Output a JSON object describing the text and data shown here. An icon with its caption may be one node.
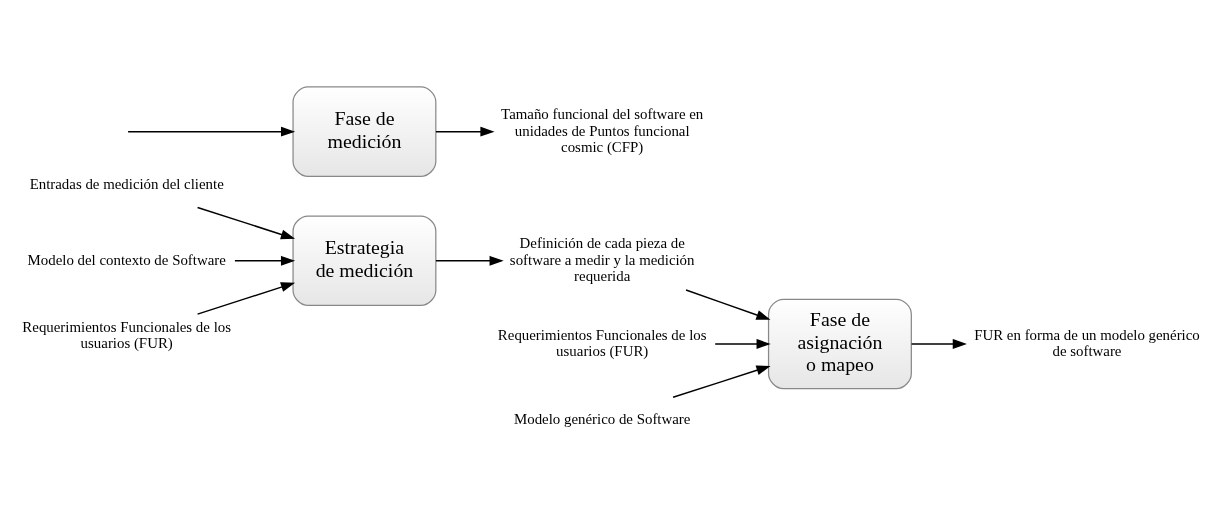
{
  "diagram": {
    "nodes": [
      {
        "text": [
          "Entradas de medición del cliente"
        ]
      },
      {
        "text": [
          "Modelo del contexto de Software"
        ]
      },
      {
        "text": [
          "Requerimientos Funcionales de los usuarios (FUR)"
        ]
      },
      {
        "text": [
          "Estrategia de medición"
        ]
      },
      {
        "text": [
          "Definición de cada pieza de software a medir y la medición requerida"
        ]
      },
      {
        "text": [
          "Requerimientos Funcionales de los usuarios (FUR)"
        ]
      },
      {
        "text": [
          "Modelo genérico de Software"
        ]
      },
      {
        "text": [
          "Fase de asignación o mapeo"
        ]
      },
      {
        "text": [
          "FUR en forma de un modelo genérico de software"
        ]
      },
      {
        "text": [
          "Fase de medición"
        ]
      },
      {
        "text": [
          "Tamaño funcional del software en unidades de Puntos funcional cosmic (CFP)"
        ]
      }
    ],
    "edges": [
      {
        "from": 0,
        "to": 3,
        "arrow": "to"
      },
      {
        "from": 1,
        "to": 3,
        "arrow": "to"
      },
      {
        "from": 2,
        "to": 3,
        "arrow": "to"
      },
      {
        "from": 3,
        "to": 4,
        "arrow": "to"
      },
      {
        "from": 4,
        "to": 7,
        "arrow": "to"
      },
      {
        "from": 5,
        "to": 7,
        "arrow": "to"
      },
      {
        "from": 6,
        "to": 7,
        "arrow": "to"
      },
      {
        "from": 7,
        "to": 8,
        "arrow": "to"
      },
      {
        "from": null,
        "to": 9,
        "arrow": "to"
      },
      {
        "from": 9,
        "to": 10,
        "arrow": "to"
      }
    ]
  }
}
